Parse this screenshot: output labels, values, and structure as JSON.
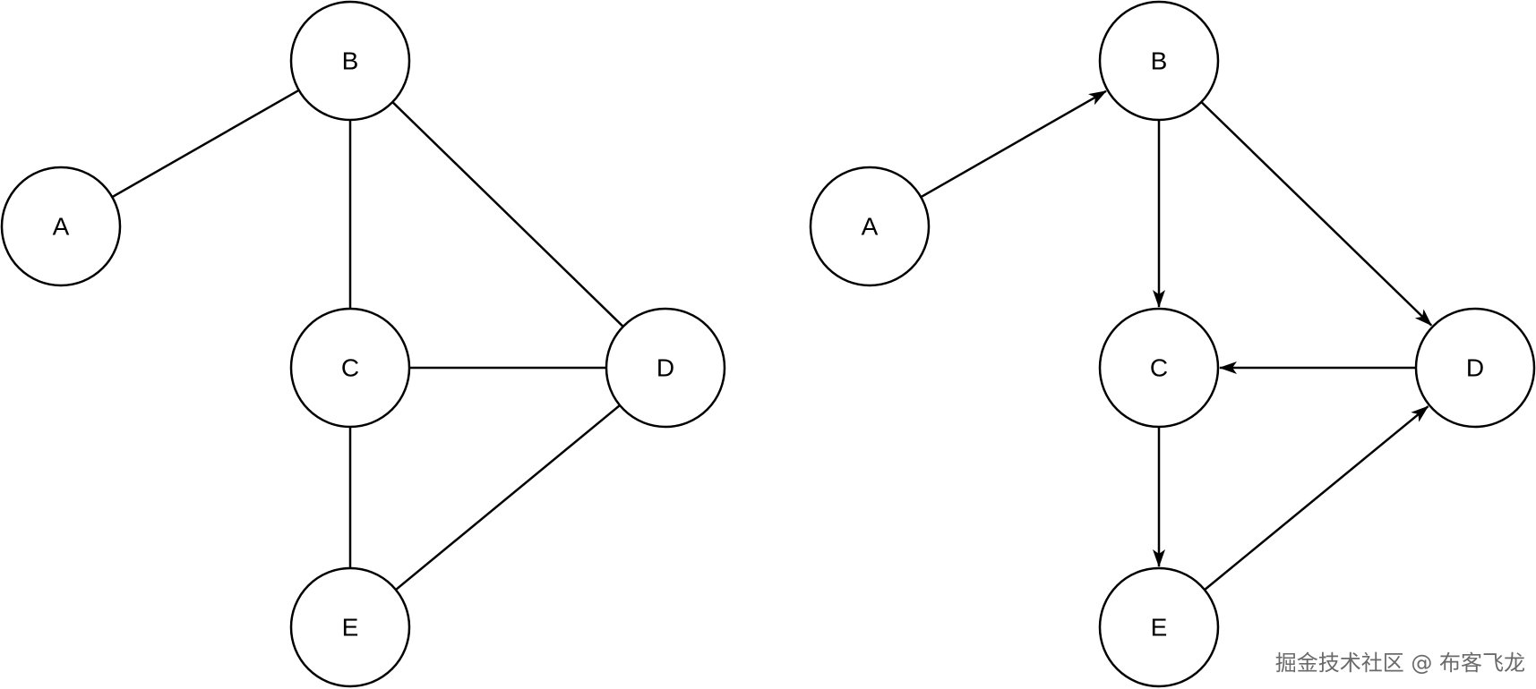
{
  "graphs": [
    {
      "kind": "undirected",
      "nodes": [
        {
          "id": "A",
          "label": "A"
        },
        {
          "id": "B",
          "label": "B"
        },
        {
          "id": "C",
          "label": "C"
        },
        {
          "id": "D",
          "label": "D"
        },
        {
          "id": "E",
          "label": "E"
        }
      ],
      "edges": [
        [
          "A",
          "B"
        ],
        [
          "B",
          "C"
        ],
        [
          "B",
          "D"
        ],
        [
          "C",
          "D"
        ],
        [
          "C",
          "E"
        ],
        [
          "D",
          "E"
        ]
      ]
    },
    {
      "kind": "directed",
      "nodes": [
        {
          "id": "A",
          "label": "A"
        },
        {
          "id": "B",
          "label": "B"
        },
        {
          "id": "C",
          "label": "C"
        },
        {
          "id": "D",
          "label": "D"
        },
        {
          "id": "E",
          "label": "E"
        }
      ],
      "edges": [
        [
          "A",
          "B"
        ],
        [
          "B",
          "C"
        ],
        [
          "B",
          "D"
        ],
        [
          "D",
          "C"
        ],
        [
          "C",
          "E"
        ],
        [
          "E",
          "D"
        ]
      ]
    }
  ],
  "watermark": "掘金技术社区 @ 布客飞龙"
}
